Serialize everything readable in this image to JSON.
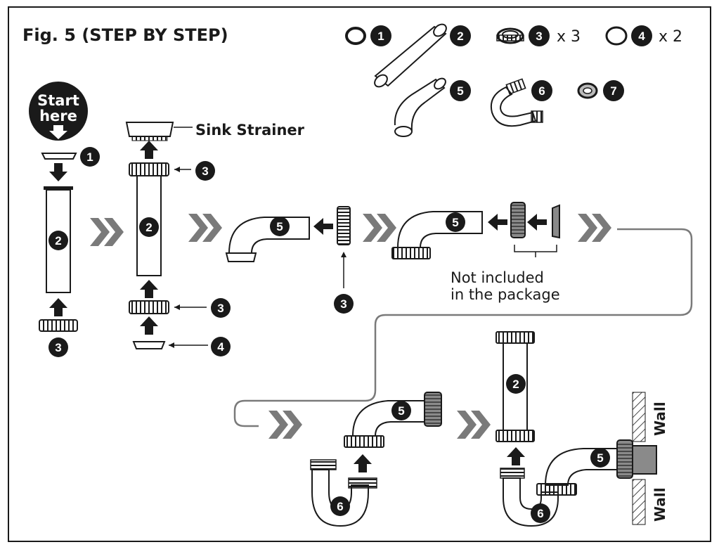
{
  "title": "Fig. 5 (STEP BY STEP)",
  "start_badge": {
    "line1": "Start",
    "line2": "here"
  },
  "parts_legend": [
    {
      "number": "1",
      "qty": ""
    },
    {
      "number": "2",
      "qty": ""
    },
    {
      "number": "3",
      "qty": "x 3"
    },
    {
      "number": "4",
      "qty": "x 2"
    },
    {
      "number": "5",
      "qty": ""
    },
    {
      "number": "6",
      "qty": ""
    },
    {
      "number": "7",
      "qty": ""
    }
  ],
  "labels": {
    "sink_strainer": "Sink Strainer",
    "not_included_line1": "Not included",
    "not_included_line2": "in the package",
    "wall": "Wall"
  },
  "colors": {
    "ink": "#1a1a1a",
    "chevron": "#7a7a7a",
    "connector": "#7a7a7a",
    "wall_fill": "#8a8a8a"
  }
}
